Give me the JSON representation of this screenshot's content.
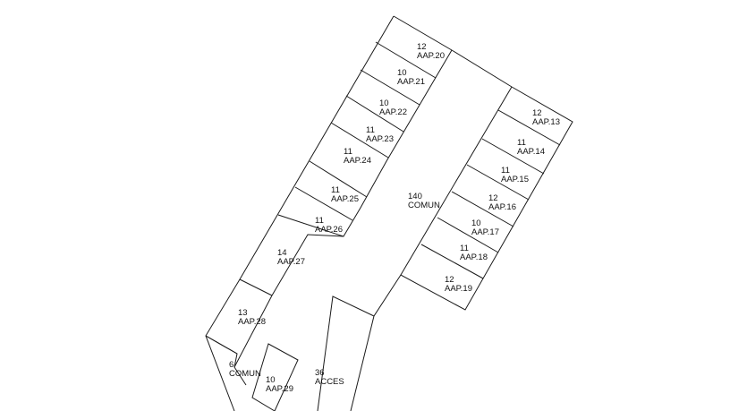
{
  "plan": {
    "units": [
      {
        "id": "u20",
        "area": "12",
        "name": "AAP.20"
      },
      {
        "id": "u21",
        "area": "10",
        "name": "AAP.21"
      },
      {
        "id": "u22",
        "area": "10",
        "name": "AAP.22"
      },
      {
        "id": "u23",
        "area": "11",
        "name": "AAP.23"
      },
      {
        "id": "u24",
        "area": "11",
        "name": "AAP.24"
      },
      {
        "id": "u25",
        "area": "11",
        "name": "AAP.25"
      },
      {
        "id": "u26",
        "area": "11",
        "name": "AAP.26"
      },
      {
        "id": "u27",
        "area": "14",
        "name": "AAP.27"
      },
      {
        "id": "u28",
        "area": "13",
        "name": "AAP.28"
      },
      {
        "id": "u29",
        "area": "10",
        "name": "AAP.29"
      },
      {
        "id": "u13",
        "area": "12",
        "name": "AAP.13"
      },
      {
        "id": "u14",
        "area": "11",
        "name": "AAP.14"
      },
      {
        "id": "u15",
        "area": "11",
        "name": "AAP.15"
      },
      {
        "id": "u16",
        "area": "12",
        "name": "AAP.16"
      },
      {
        "id": "u17",
        "area": "10",
        "name": "AAP.17"
      },
      {
        "id": "u18",
        "area": "11",
        "name": "AAP.18"
      },
      {
        "id": "u19",
        "area": "12",
        "name": "AAP.19"
      }
    ],
    "common_main": {
      "area": "140",
      "name": "COMUN"
    },
    "common_small": {
      "area": "6",
      "name": "COMUN"
    },
    "access": {
      "area": "36",
      "name": "ACCES"
    }
  }
}
